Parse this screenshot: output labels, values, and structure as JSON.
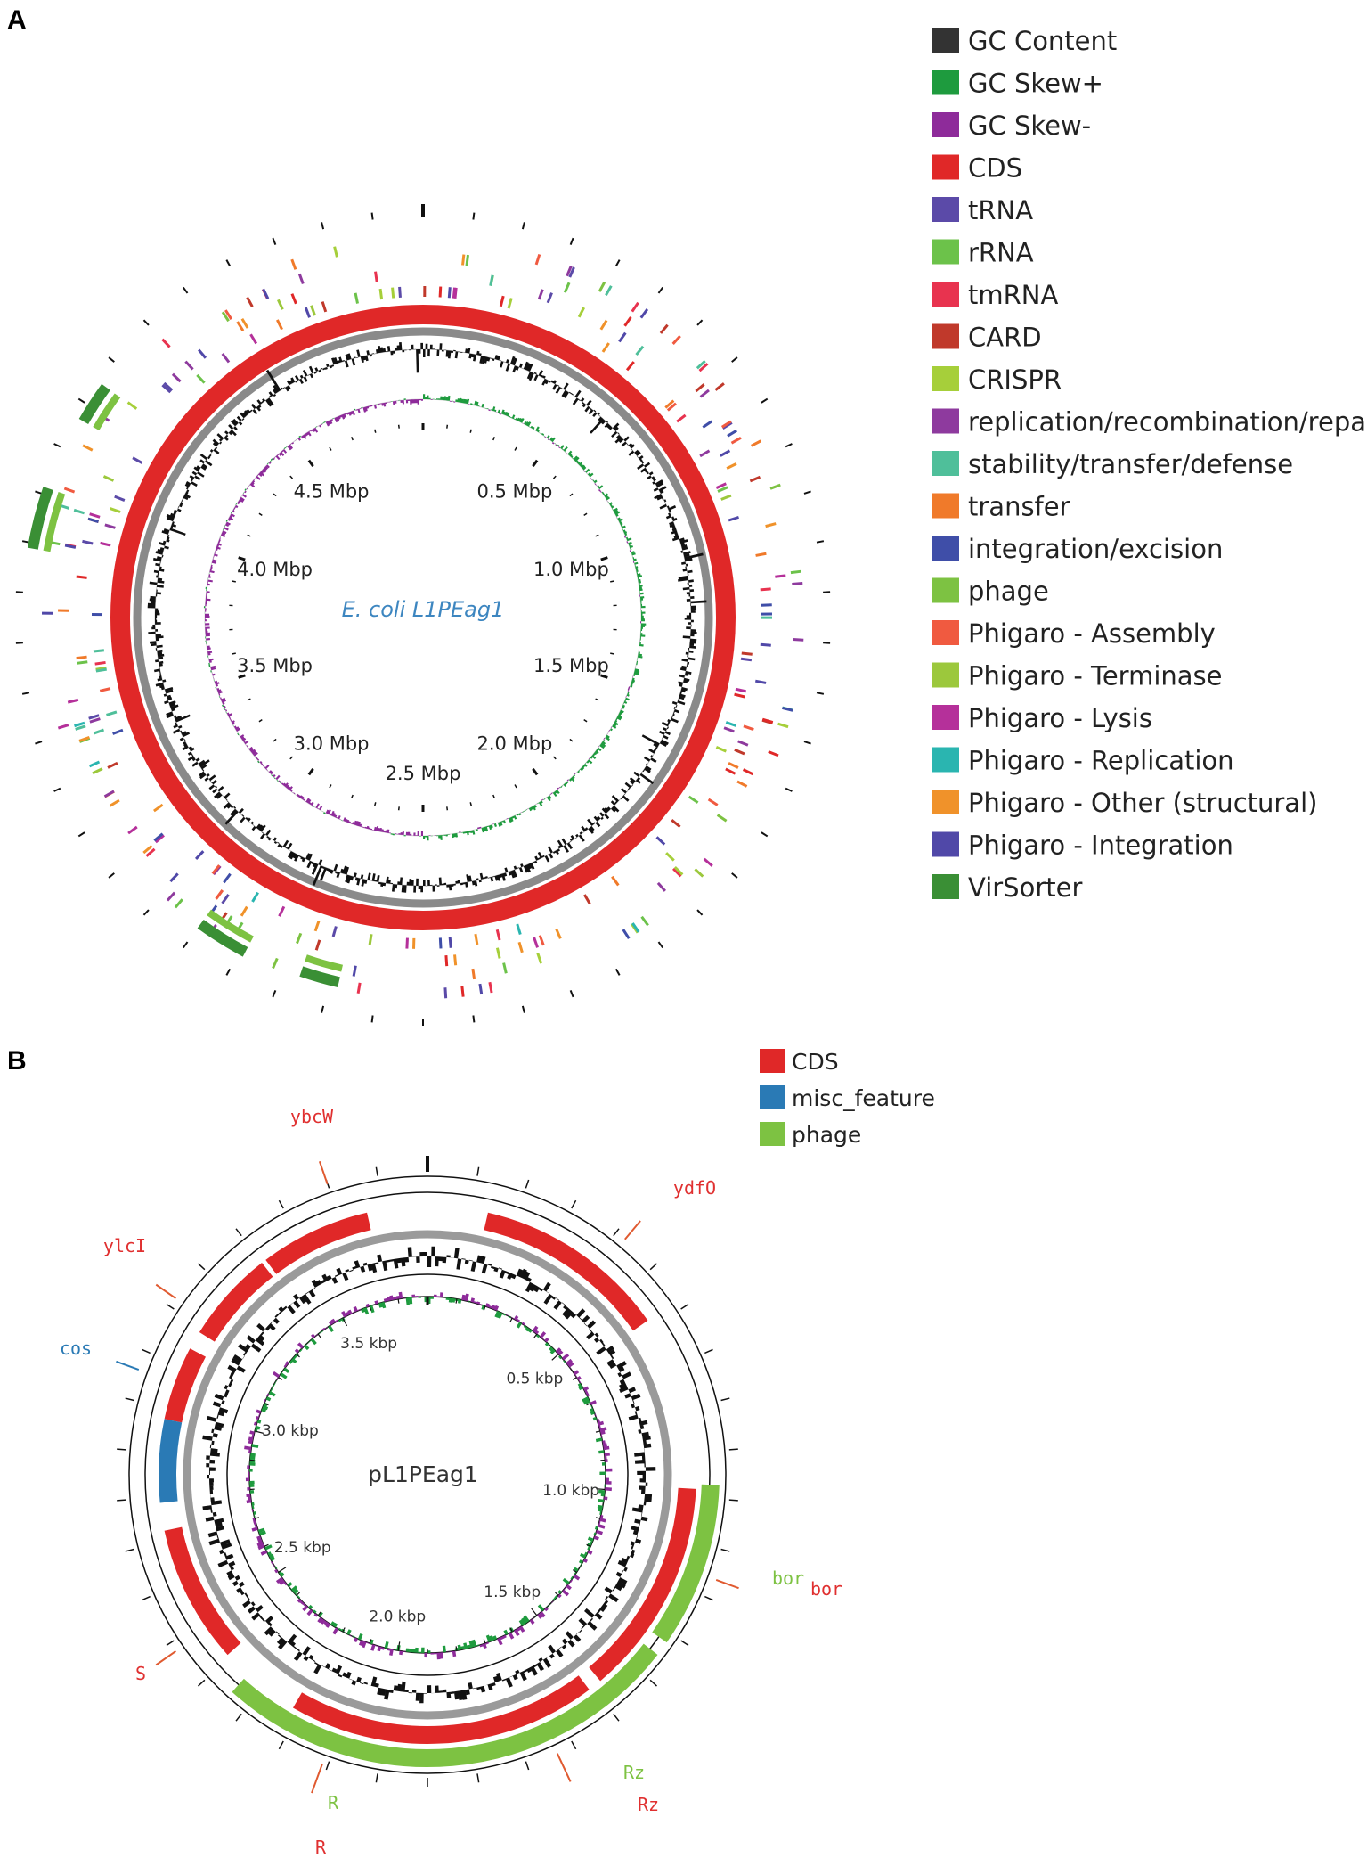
{
  "panel_a": {
    "letter": "A",
    "genome_name": "E. coli L1PEag1",
    "tick_labels": [
      "0.5 Mbp",
      "1.0 Mbp",
      "1.5 Mbp",
      "2.0 Mbp",
      "2.5 Mbp",
      "3.0 Mbp",
      "3.5 Mbp",
      "4.0 Mbp",
      "4.5 Mbp"
    ],
    "legend": [
      {
        "label": "GC Content",
        "color": "#333333"
      },
      {
        "label": "GC Skew+",
        "color": "#1e9b3e"
      },
      {
        "label": "GC Skew-",
        "color": "#8e2b9a"
      },
      {
        "label": "CDS",
        "color": "#e02828"
      },
      {
        "label": "tRNA",
        "color": "#5b4aa8"
      },
      {
        "label": "rRNA",
        "color": "#6cc24a"
      },
      {
        "label": "tmRNA",
        "color": "#e8334f"
      },
      {
        "label": "CARD",
        "color": "#c0392b"
      },
      {
        "label": "CRISPR",
        "color": "#a6cf3a"
      },
      {
        "label": "replication/recombination/repair",
        "color": "#8e3a9e"
      },
      {
        "label": "stability/transfer/defense",
        "color": "#4fbf9a"
      },
      {
        "label": "transfer",
        "color": "#f07a2a"
      },
      {
        "label": "integration/excision",
        "color": "#3f4ea8"
      },
      {
        "label": "phage",
        "color": "#7dc242"
      },
      {
        "label": "Phigaro - Assembly",
        "color": "#f05a40"
      },
      {
        "label": "Phigaro - Terminase",
        "color": "#9cc83c"
      },
      {
        "label": "Phigaro - Lysis",
        "color": "#b5309a"
      },
      {
        "label": "Phigaro - Replication",
        "color": "#2ab5b0"
      },
      {
        "label": "Phigaro - Other (structural)",
        "color": "#f0922a"
      },
      {
        "label": "Phigaro - Integration",
        "color": "#5048a8"
      },
      {
        "label": "VirSorter",
        "color": "#3a8f35"
      }
    ]
  },
  "panel_b": {
    "letter": "B",
    "plasmid_name": "pL1PEag1",
    "tick_labels": [
      "0.5 kbp",
      "1.0 kbp",
      "1.5 kbp",
      "2.0 kbp",
      "2.5 kbp",
      "3.0 kbp",
      "3.5 kbp"
    ],
    "legend": [
      {
        "label": "CDS",
        "color": "#e02828"
      },
      {
        "label": "misc_feature",
        "color": "#2a7ab5"
      },
      {
        "label": "phage",
        "color": "#7dc242"
      }
    ],
    "gene_labels": [
      {
        "text": "ybcW",
        "color": "#e03030"
      },
      {
        "text": "ydfO",
        "color": "#e03030"
      },
      {
        "text": "ylcI",
        "color": "#e03030"
      },
      {
        "text": "cos",
        "color": "#2a7ab5"
      },
      {
        "text": "bor",
        "color": "#7dc242"
      },
      {
        "text": "bor",
        "color": "#e03030"
      },
      {
        "text": "S",
        "color": "#e03030"
      },
      {
        "text": "Rz",
        "color": "#7dc242"
      },
      {
        "text": "Rz",
        "color": "#e03030"
      },
      {
        "text": "R",
        "color": "#7dc242"
      },
      {
        "text": "R",
        "color": "#e03030"
      }
    ]
  }
}
